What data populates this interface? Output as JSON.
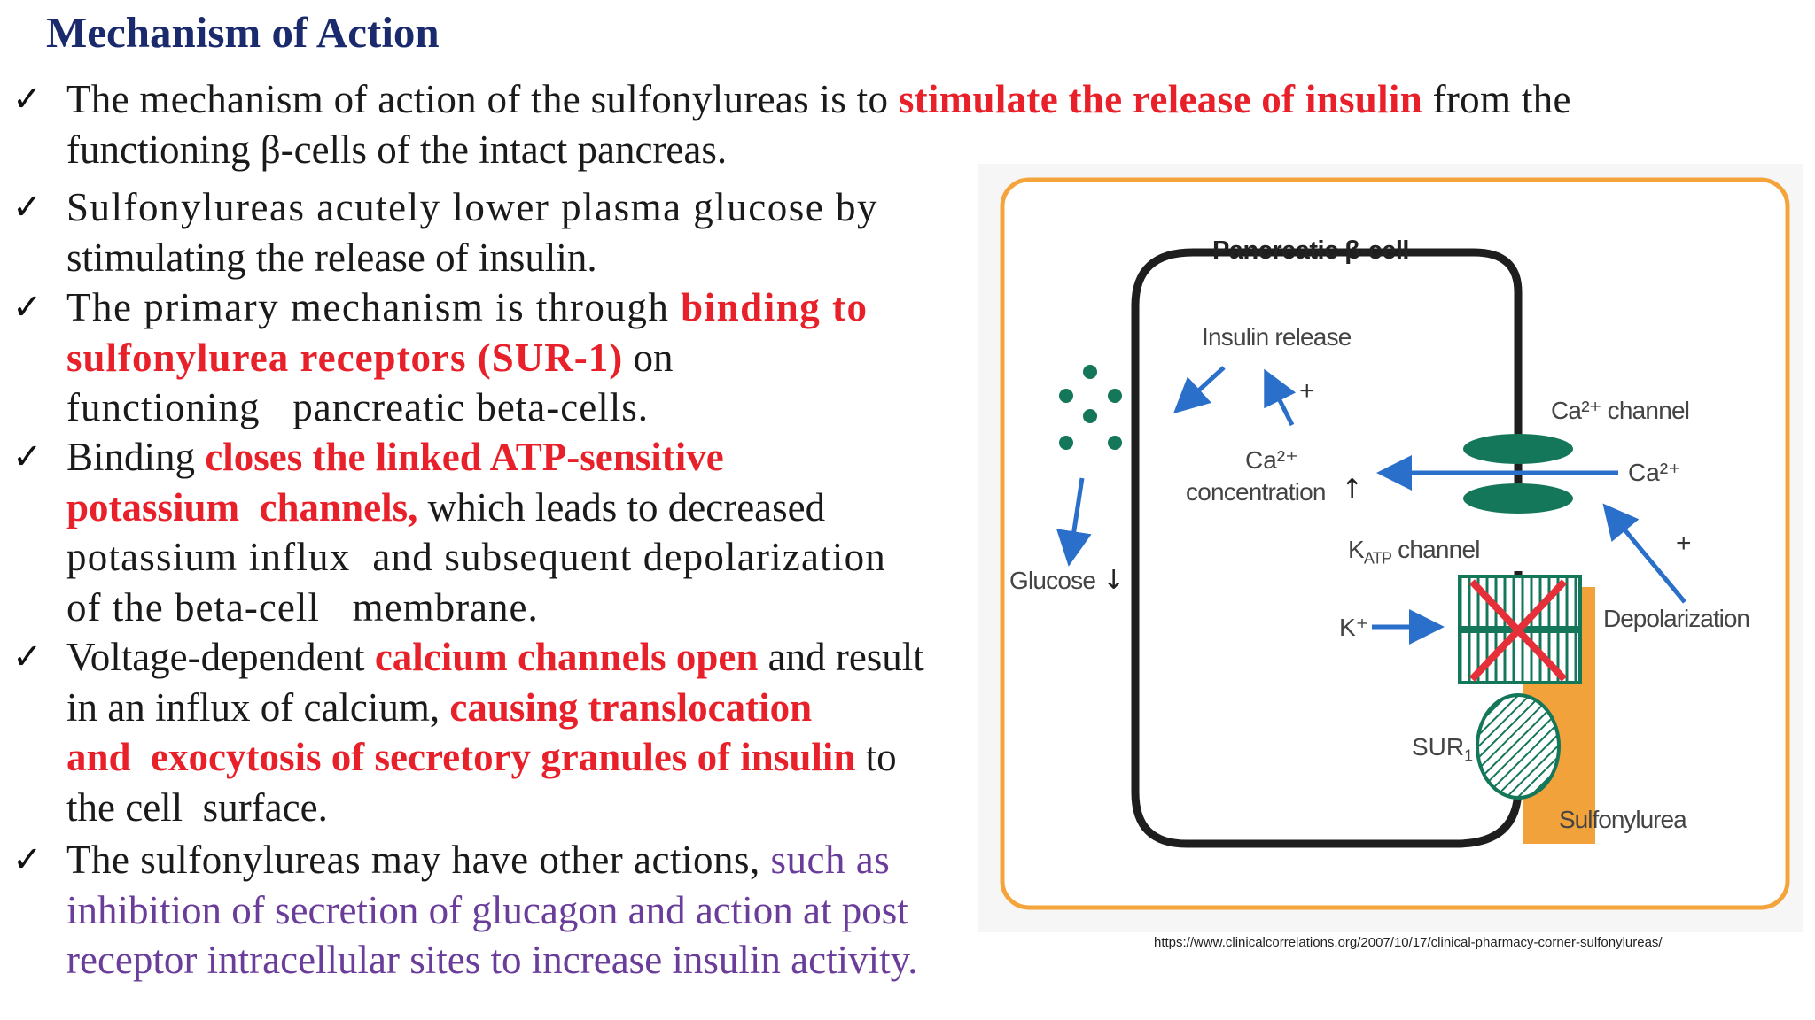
{
  "title": "Mechanism of Action",
  "bullets": [
    {
      "segments": [
        {
          "text": "The mechanism of action of the sulfonylureas is to ",
          "style": "normal"
        },
        {
          "text": "stimulate the release of insulin",
          "style": "red"
        },
        {
          "text": " from the",
          "style": "normal"
        }
      ],
      "lines": 2,
      "line2": "functioning β-cells of the intact pancreas."
    },
    {
      "line1": "Sulfonylureas acutely lower plasma glucose by",
      "line2": "stimulating the release of insulin."
    },
    {
      "line1a": "The primary mechanism is through ",
      "line1b": "binding to",
      "line2a": "sulfonylurea receptors (SUR-1)",
      "line2b": " on",
      "line3": "functioning   pancreatic beta-cells."
    },
    {
      "line1a": "Binding ",
      "line1b": "closes the linked ATP-sensitive",
      "line2a": "potassium  channels,",
      "line2b": " which leads to decreased",
      "line3": "potassium influx  and subsequent depolarization",
      "line4": "of the beta-cell   membrane."
    },
    {
      "line1a": "Voltage-dependent ",
      "line1b": "calcium channels open",
      "line1c": " and result",
      "line2a": "in an influx of calcium, ",
      "line2b": "causing translocation",
      "line3a": "and  exocytosis of secretory granules of insulin",
      "line3b": " to",
      "line4": "the cell  surface."
    },
    {
      "line1a": "The sulfonylureas may have other actions, ",
      "line1b": "such as",
      "line2": "inhibition of secretion of glucagon and action at post",
      "line3": "receptor intracellular sites to increase insulin activity."
    }
  ],
  "diagram": {
    "cell_label": "Pancreatic β-cell",
    "insulin_release": "Insulin release",
    "plus": "+",
    "ca_channel": "Ca²⁺ channel",
    "ca_ion": "Ca²⁺",
    "ca_concentration_1": "Ca²⁺",
    "ca_concentration_2": "concentration",
    "glucose": "Glucose",
    "katp_k": "K",
    "katp_sub": "ATP",
    "katp_rest": " channel",
    "k_ion": "K⁺",
    "depolarization": "Depolarization",
    "sur": "SUR",
    "sur_sub": "1",
    "sulfonylurea": "Sulfonylurea",
    "colors": {
      "frame": "#f4a43a",
      "channel": "#14775a",
      "arrow": "#2a6fc9",
      "cross": "#e5303a",
      "drug": "#f2a23a",
      "membrane": "#1e1e1e"
    }
  },
  "source": "https://www.clinicalcorrelations.org/2007/10/17/clinical-pharmacy-corner-sulfonylureas/"
}
